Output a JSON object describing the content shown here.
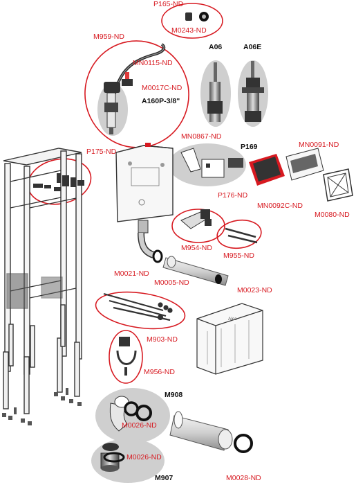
{
  "colors": {
    "accent_red": "#d71920",
    "part_gray": "#cfcfcf",
    "line_dark": "#222222"
  },
  "labels": {
    "p165": "P165-ND",
    "m0243": "M0243-ND",
    "m959": "M959-ND",
    "mn0115": "MN0115-ND",
    "m0017c": "M0017C-ND",
    "a160p": "A160P-3/8\"",
    "a06": "A06",
    "a06e": "A06E",
    "mn0867": "MN0867-ND",
    "p169": "P169",
    "mn0091": "MN0091-ND",
    "p175": "P175-ND",
    "p176": "P176-ND",
    "mn0092c": "MN0092C-ND",
    "m0080": "M0080-ND",
    "m954": "M954-ND",
    "m955": "M955-ND",
    "m0021": "M0021-ND",
    "m0005": "M0005-ND",
    "m0023": "M0023-ND",
    "m903": "M903-ND",
    "m956": "M956-ND",
    "m908": "M908",
    "m0026a": "M0026-ND",
    "m0026b": "M0026-ND",
    "m907": "M907",
    "m0028": "M0028-ND",
    "brand": "Alca"
  }
}
